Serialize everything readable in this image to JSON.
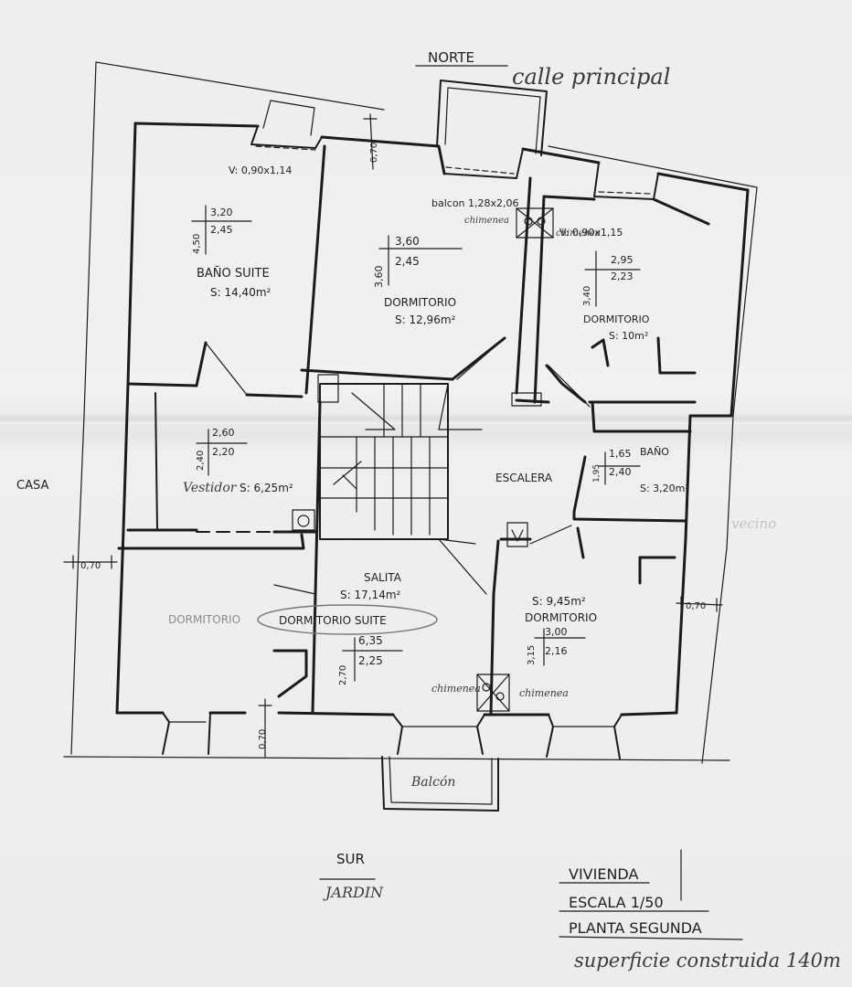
{
  "plan": {
    "north_label": "NORTE",
    "street_label": "calle principal",
    "south_label": "SUR",
    "garden_label": "JARDIN",
    "neighbor_label": "CASA",
    "title_lines": [
      "VIVIENDA",
      "ESCALA 1/50",
      "PLANTA SEGUNDA"
    ],
    "built_area_note": "superficie construida 140m",
    "right_faint_label": "vecino"
  },
  "rooms": {
    "bano_suite": {
      "name": "BAÑO SUITE",
      "area": "S: 14,40m²",
      "dims": [
        "3,20",
        "2,45",
        "4,50"
      ]
    },
    "dormitorio_norte": {
      "name": "DORMITORIO",
      "area": "S: 12,96m²",
      "dims": [
        "3,60",
        "2,45",
        "3,60"
      ]
    },
    "dormitorio_ne": {
      "name": "DORMITORIO",
      "area": "S: 10m²",
      "dims": [
        "2,95",
        "2,23",
        "3,40"
      ]
    },
    "vestidor": {
      "name": "Vestidor",
      "area": "S: 6,25m²",
      "dims": [
        "2,60",
        "2,20",
        "2,40"
      ]
    },
    "bano": {
      "name": "BAÑO",
      "area": "S: 3,20m²",
      "dims": [
        "1,65",
        "2,40",
        "1,95"
      ]
    },
    "escalera": {
      "name": "ESCALERA"
    },
    "salita": {
      "name": "SALITA",
      "area": "S: 17,14m²"
    },
    "dormitorio_so": {
      "name": "DORMITORIO"
    },
    "dormitorio_suite": {
      "name": "DORMITORIO SUITE",
      "dims": [
        "6,35",
        "2,25",
        "2,70"
      ]
    },
    "dormitorio_se": {
      "name": "DORMITORIO",
      "area": "S: 9,45m²",
      "dims": [
        "3,00",
        "2,16",
        "3,15"
      ]
    }
  },
  "annotations": {
    "window_nw": "V: 0,90x1,14",
    "window_ne": "V: 0,90x1,15",
    "balcony_north": "balcon 1,28x2,06",
    "balcony_south": "Balcón",
    "chimney": "chimenea",
    "wall_070": "0,70"
  }
}
